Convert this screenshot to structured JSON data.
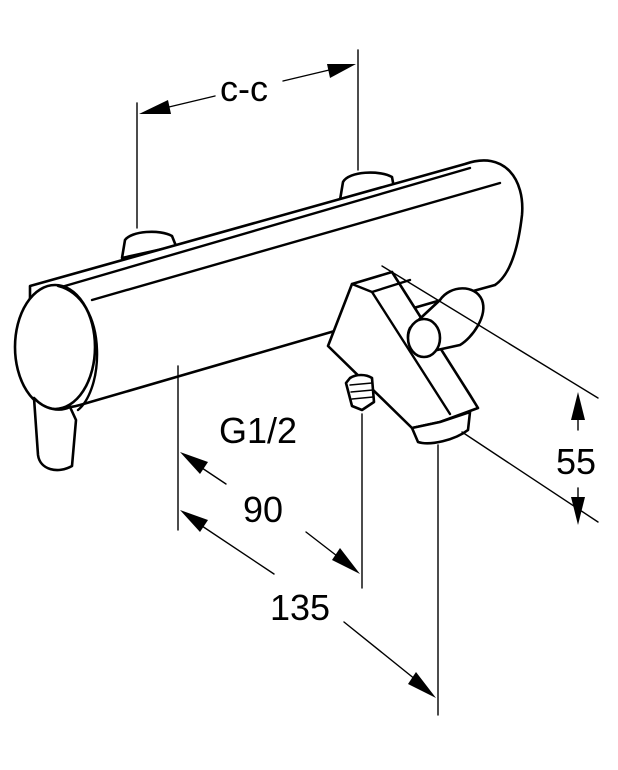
{
  "labels": {
    "cc": "c-c",
    "thread": "G1/2",
    "dim_90": "90",
    "dim_135": "135",
    "dim_55": "55"
  },
  "colors": {
    "stroke": "#000000",
    "background": "#ffffff"
  }
}
